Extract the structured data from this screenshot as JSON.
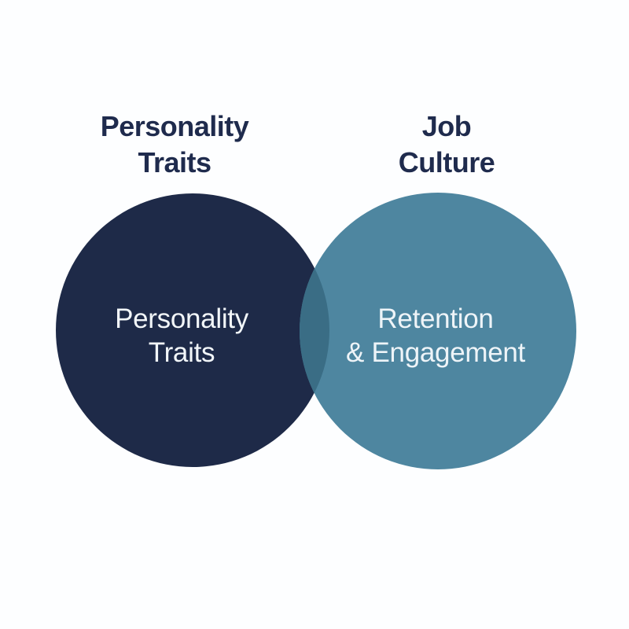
{
  "diagram": {
    "type": "venn",
    "background_color": "#fdfeff",
    "title_color": "#1f2b4d",
    "overlap_color": "#3a6d85",
    "left": {
      "title": "Personality Traits",
      "title_lines": [
        "Personality",
        "Traits"
      ],
      "circle_color": "#1e2a48",
      "label": "Personality Traits",
      "label_lines": [
        "Personality",
        "Traits"
      ],
      "label_color": "#f2f6f9"
    },
    "right": {
      "title": "Job Culture",
      "title_lines": [
        "Job",
        "Culture"
      ],
      "circle_color": "#4e86a0",
      "label": "Retention & Engagement",
      "label_lines": [
        "Retention",
        "& Engagement"
      ],
      "label_color": "#eef4f8"
    }
  }
}
